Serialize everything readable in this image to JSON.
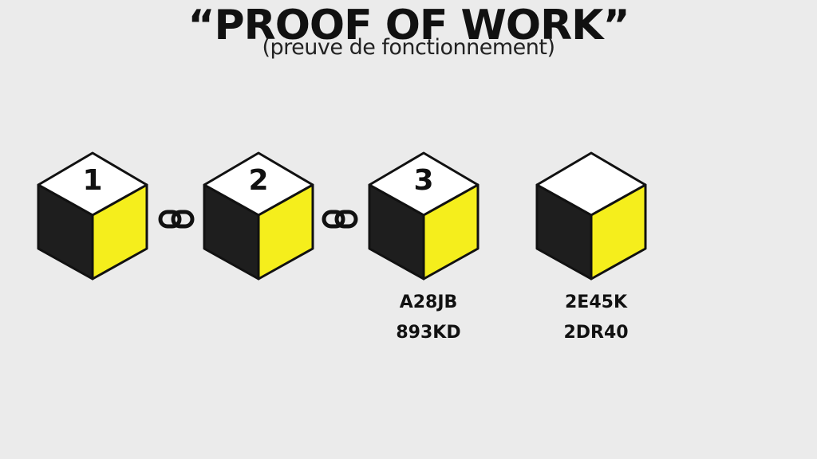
{
  "header": {
    "title": "“PROOF OF WORK”",
    "subtitle": "(preuve de fonctionnement)"
  },
  "blocks": [
    {
      "label": "1"
    },
    {
      "label": "2"
    },
    {
      "label": "3",
      "hash_line1": "A28JB",
      "hash_line2": "893KD"
    },
    {
      "label": "",
      "hash_line1": "2E45K",
      "hash_line2": "2DR40"
    }
  ],
  "icons": {
    "link": "chain-link-icon"
  },
  "colors": {
    "background": "#ebebeb",
    "cube_top": "#ffffff",
    "cube_left": "#1e1e1e",
    "cube_right": "#f5ee1c",
    "stroke": "#111111"
  }
}
